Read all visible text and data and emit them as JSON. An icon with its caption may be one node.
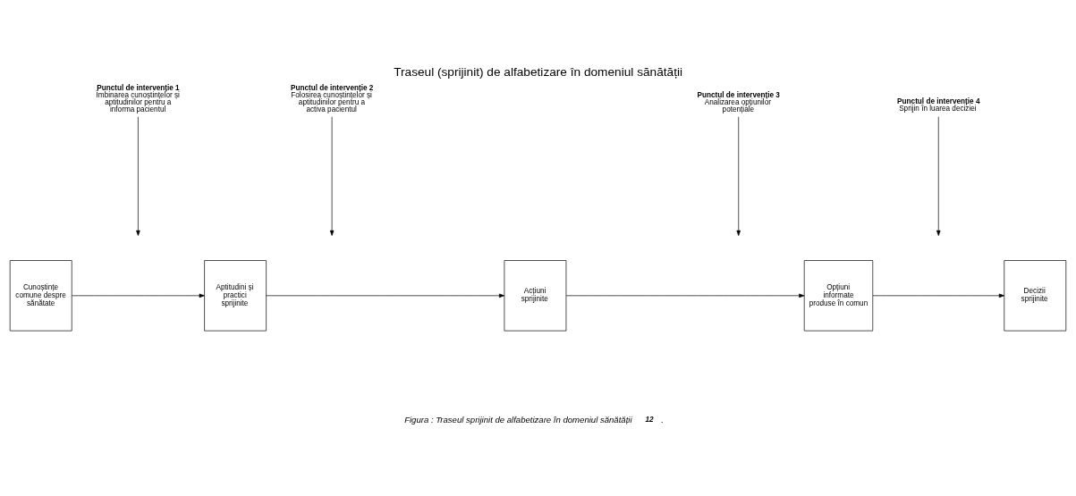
{
  "diagram": {
    "title": "Traseul (sprijinit) de alfabetizare în domeniul sănătății",
    "caption": "Figura : Traseul sprijinit de alfabetizare în domeniul sănătății $^{12}$ .",
    "nodes": [
      {
        "text": [
          "Punctul de intervenție 1",
          "Îmbinarea cunoștințelor și aptitudinilor pentru a informa pacientul"
        ]
      },
      {
        "text": [
          "Punctul de intervenție 2",
          "Folosirea cunoștințelor și aptitudinilor pentru a activa pacientul"
        ]
      },
      {
        "text": [
          "Punctul de intervenție 3",
          "Analizarea opțiunilor potențiale"
        ]
      },
      {
        "text": [
          "Punctul de intervenție 4",
          "Sprijin în luarea deciziei"
        ]
      },
      {
        "text": [
          "Cunoștințe comune despre sănătate"
        ]
      },
      {
        "text": [
          "Aptitudini și practici sprijinite"
        ]
      },
      {
        "text": [
          "Acțiuni sprijinite"
        ]
      },
      {
        "text": [
          "Opțiuni informate produse în comun"
        ]
      },
      {
        "text": [
          "Decizii sprijinite"
        ]
      }
    ],
    "edges": [
      {
        "from": 4,
        "to": 5,
        "arrow": "to"
      },
      {
        "from": 5,
        "to": 6,
        "arrow": "to"
      },
      {
        "from": 6,
        "to": 7,
        "arrow": "to"
      },
      {
        "from": 7,
        "to": 8,
        "arrow": "to"
      },
      {
        "from": 0,
        "to": null,
        "arrow": "to"
      },
      {
        "from": 1,
        "to": null,
        "arrow": "to"
      },
      {
        "from": 2,
        "to": null,
        "arrow": "to"
      },
      {
        "from": 3,
        "to": null,
        "arrow": "to"
      }
    ]
  }
}
